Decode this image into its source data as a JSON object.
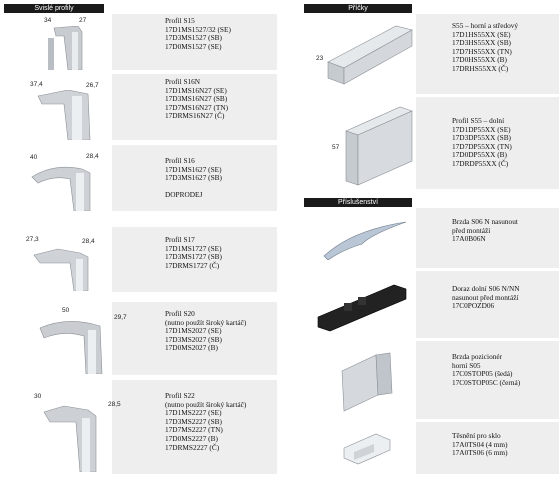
{
  "left": {
    "header": "Svislé profily",
    "items": [
      {
        "dims": [
          "34",
          "27"
        ],
        "lines": [
          "Profil S15",
          "17D1MS1527/32 (SE)",
          "17D3MS1527 (SB)",
          "17D0MS1527 (SE)"
        ]
      },
      {
        "dims": [
          "37,4",
          "26,7"
        ],
        "lines": [
          "Profil S16N",
          "17D1MS16N27 (SE)",
          "17D3MS16N27 (SB)",
          "17D7MS16N27 (TN)",
          "17DRMS16N27 (Č)"
        ]
      },
      {
        "dims": [
          "40",
          "28,4"
        ],
        "lines": [
          "Profil S16",
          "17D1MS1627 (SE)",
          "17D3MS1627 (SB)",
          "",
          "DOPRODEJ"
        ]
      },
      {
        "dims": [
          "27,3",
          "28,4"
        ],
        "lines": [
          "Profil S17",
          "17D1MS1727 (SE)",
          "17D3MS1727 (SB)",
          "17DRMS1727 (Č)"
        ]
      },
      {
        "dims": [
          "50",
          "29,7"
        ],
        "lines": [
          "Profil S20",
          "(nutno použít široký kartáč)",
          "17D1MS2027 (SE)",
          "17D3MS2027 (SB)",
          "17D0MS2027 (B)"
        ]
      },
      {
        "dims": [
          "30",
          "28,5"
        ],
        "lines": [
          "Profil S22",
          "(nutno použít široký kartáč)",
          "17D1MS2227 (SE)",
          "17D3MS2227 (SB)",
          "17D7MS2227 (TN)",
          "17D0MS2227 (B)",
          "17DRMS2227 (Č)"
        ]
      }
    ]
  },
  "right": {
    "header_top": "Příčky",
    "top_items": [
      {
        "dim": "23",
        "lines": [
          "S55 – horní a středový",
          "17D1HS55XX (SE)",
          "17D3HS55XX (SB)",
          "17D7HS55XX (TN)",
          "17D0HS55XX (B)",
          "17DRHS55XX (Č)"
        ]
      },
      {
        "dim": "57",
        "lines": [
          "Profil S55 – dolní",
          "17D1DP55XX (SE)",
          "17D3DP55XX (SB)",
          "17D7DP55XX (TN)",
          "17D0DP55XX (B)",
          "17DRDP55XX (Č)"
        ]
      }
    ],
    "header_acc": "Příslušenství",
    "acc_items": [
      {
        "lines": [
          "Brzda S06 N nasunout",
          "před montáží",
          "17A0B06N"
        ]
      },
      {
        "lines": [
          "Doraz dolní S06 N/NN",
          "nasunout před montáží",
          "17C0POZD06"
        ]
      },
      {
        "lines": [
          "Brzda pozicionér",
          "horní S05",
          "17C0STOP05 (šedá)",
          "17C0STOP05C (černá)"
        ]
      },
      {
        "lines": [
          "Těsnění pro sklo",
          "17A0TS04 (4 mm)",
          "17A0TS06 (6 mm)"
        ]
      }
    ]
  },
  "colors": {
    "header_bg": "#1a1a1a",
    "row_bg": "#eeeeee"
  }
}
